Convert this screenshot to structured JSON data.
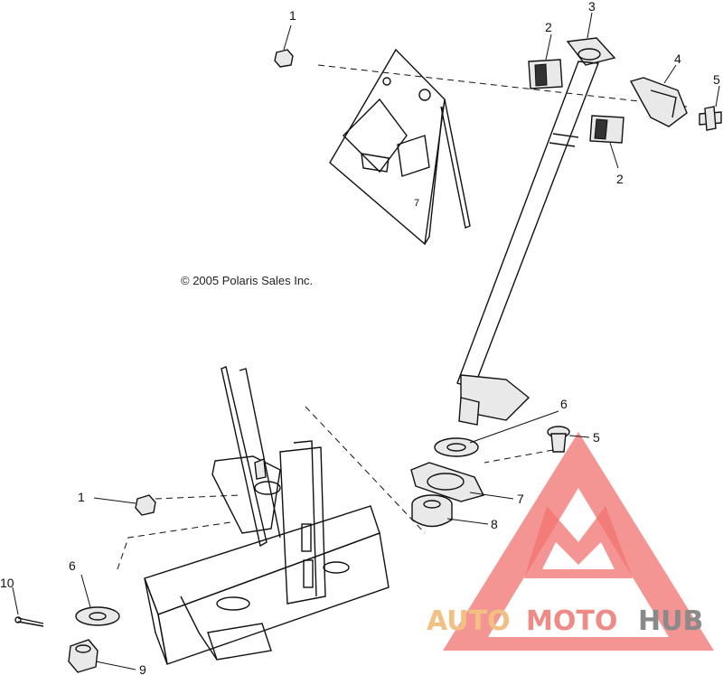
{
  "copyright": "© 2005 Polaris Sales Inc.",
  "callouts": [
    "1",
    "2",
    "3",
    "2",
    "4",
    "5",
    "6",
    "5",
    "7",
    "8",
    "1",
    "6",
    "10",
    "9"
  ],
  "watermark": {
    "part_a": "AUTO",
    "part_b": "MOTO",
    "part_c": "HUB",
    "colors": {
      "triangle": "#f05a57",
      "auto": "#f3c083",
      "moto": "#f08a86",
      "hub": "#8a8a8a"
    }
  }
}
